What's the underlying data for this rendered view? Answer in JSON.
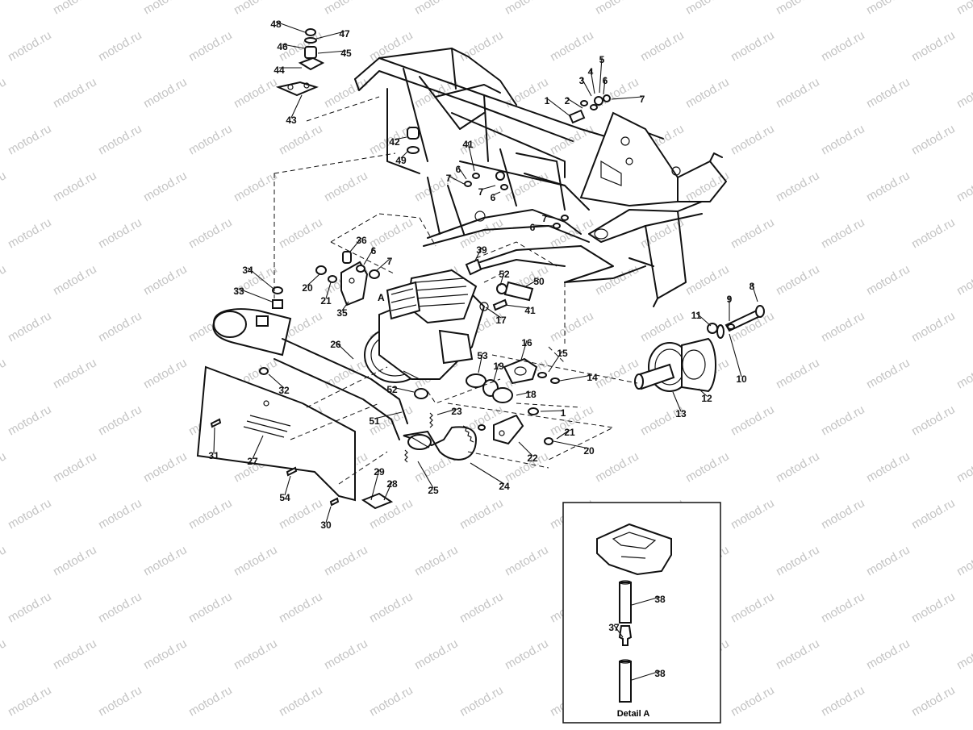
{
  "diagram": {
    "watermark": "motod.ru",
    "detail_caption": "Detail A",
    "engine_callout": "A",
    "callouts": [
      "48",
      "47",
      "46",
      "45",
      "44",
      "43",
      "42",
      "49",
      "1",
      "2",
      "3",
      "4",
      "5",
      "6",
      "7",
      "41",
      "6",
      "7",
      "7",
      "6",
      "7",
      "6",
      "36",
      "6",
      "7",
      "34",
      "20",
      "21",
      "33",
      "35",
      "39",
      "52",
      "50",
      "41",
      "17",
      "8",
      "9",
      "11",
      "10",
      "12",
      "13",
      "26",
      "16",
      "15",
      "14",
      "53",
      "19",
      "18",
      "52",
      "1",
      "51",
      "23",
      "21",
      "22",
      "20",
      "32",
      "31",
      "27",
      "54",
      "29",
      "28",
      "30",
      "25",
      "24",
      "38",
      "37",
      "38"
    ]
  }
}
